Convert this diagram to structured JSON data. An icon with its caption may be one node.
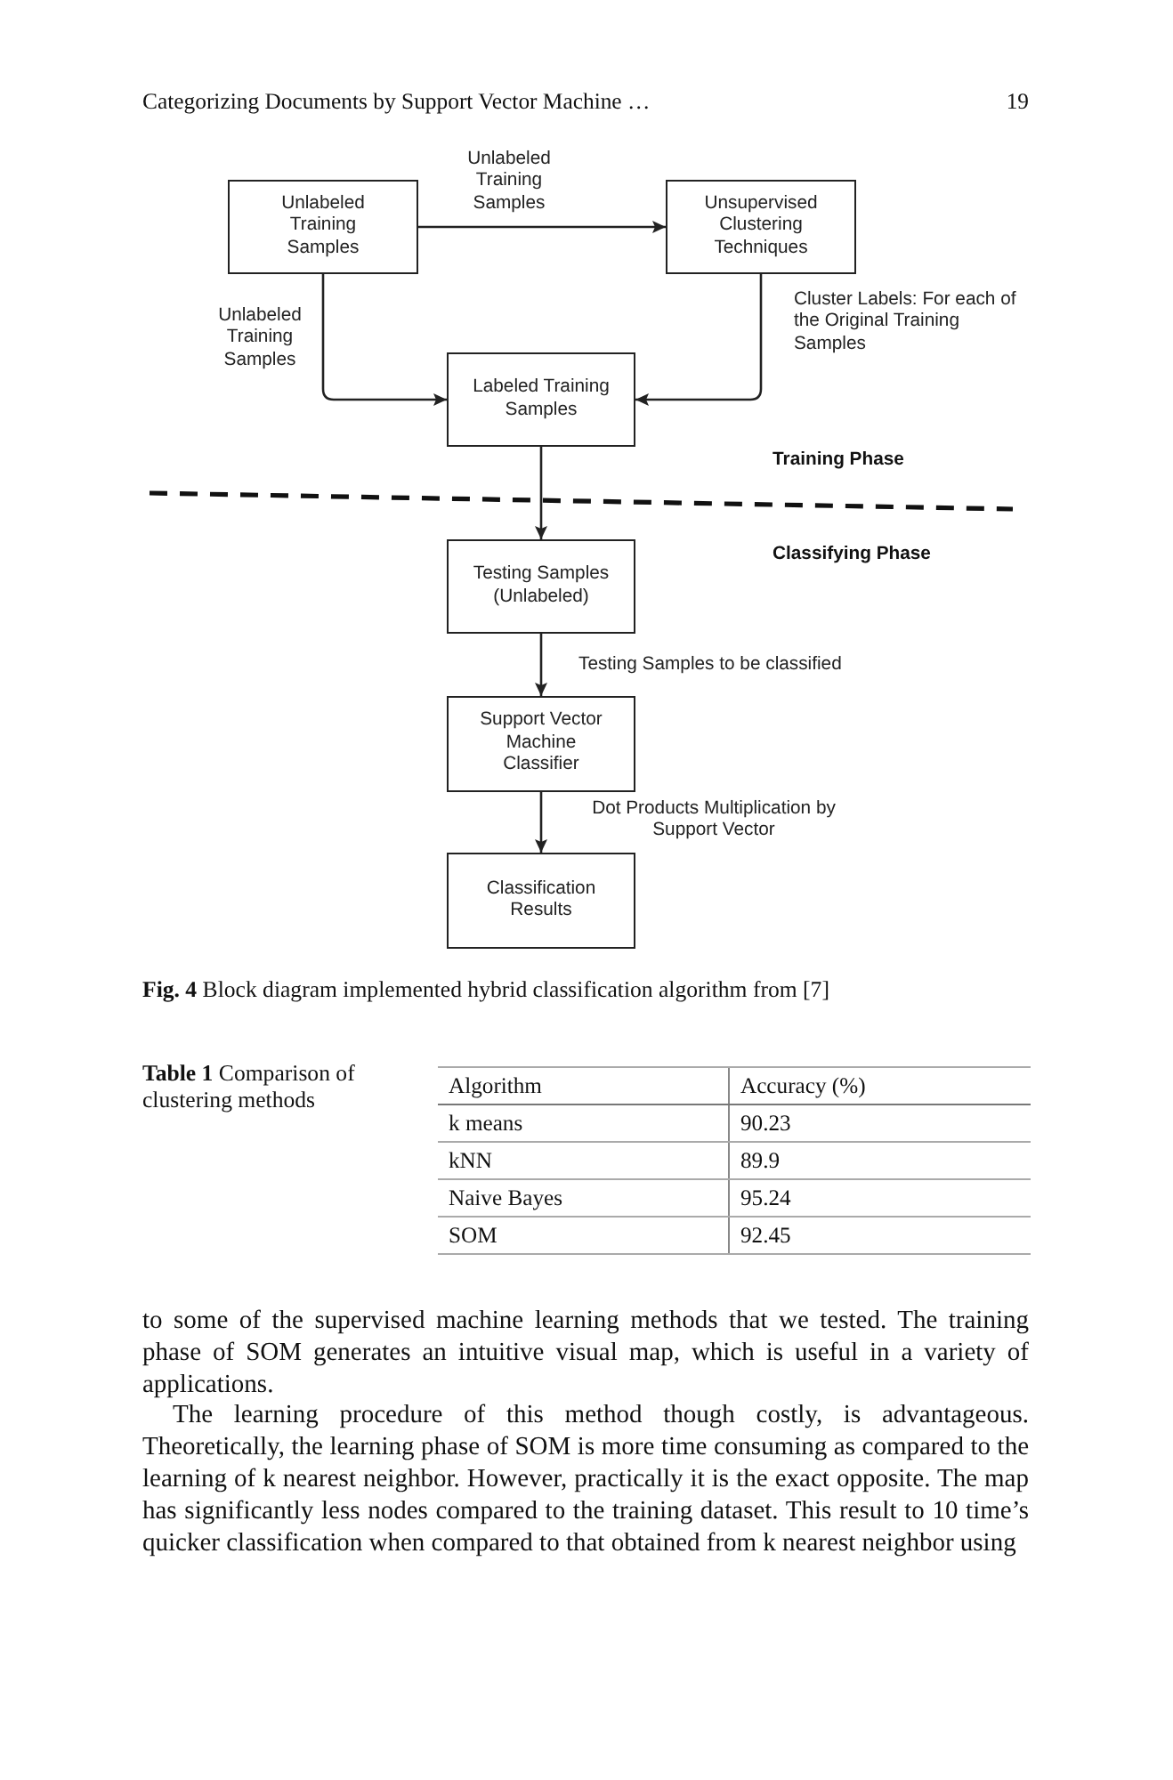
{
  "diagram": {
    "caption": "**Fig. 4** Block diagram implemented hybrid classification algorithm from [7]",
    "nodes": [
      {
        "text": [
          "Unlabeled Training Samples"
        ]
      },
      {
        "text": [
          "Unsupervised Clustering Techniques"
        ]
      },
      {
        "text": [
          "Labeled Training Samples"
        ]
      },
      {
        "text": [
          "Testing Samples (Unlabeled)"
        ]
      },
      {
        "text": [
          "Support Vector Machine Classifier"
        ]
      },
      {
        "text": [
          "Classification Results"
        ]
      }
    ],
    "edges": [
      {
        "from": 0,
        "to": 1,
        "arrow": "to",
        "label": "Unlabeled Training Samples"
      },
      {
        "from": 0,
        "to": 2,
        "arrow": "to",
        "label": "Unlabeled Training Samples"
      },
      {
        "from": 1,
        "to": 2,
        "arrow": "to",
        "label": "Cluster Labels: For each of the Original Training Samples"
      },
      {
        "from": 2,
        "to": 3,
        "arrow": "to"
      },
      {
        "from": 3,
        "to": 4,
        "arrow": "to",
        "label": "Testing Samples to be classified"
      },
      {
        "from": 4,
        "to": 5,
        "arrow": "to",
        "label": "Dot Products Multiplication by Support Vector"
      }
    ],
    "labels": [
      "Categorizing Documents by Support Vector Machine …",
      "19",
      "Training Phase",
      "Classifying Phase",
      "**Table 1** Comparison of clustering methods",
      "Algorithm",
      "Accuracy (%)",
      "k means",
      "90.23",
      "kNN",
      "89.9",
      "Naive Bayes",
      "95.24",
      "SOM",
      "92.45",
      "to some of the supervised machine learning methods that we tested. The training phase of SOM generates an intuitive visual map, which is useful in a variety of applications.",
      "The learning procedure of this method though costly, is advantageous. Theoretically, the learning phase of SOM is more time consuming as compared to the learning of k nearest neighbor. However, practically it is the exact opposite. The map has significantly less nodes compared to the training dataset. This result to 10 time’s quicker classification when compared to that obtained from k nearest neighbor using"
    ]
  }
}
